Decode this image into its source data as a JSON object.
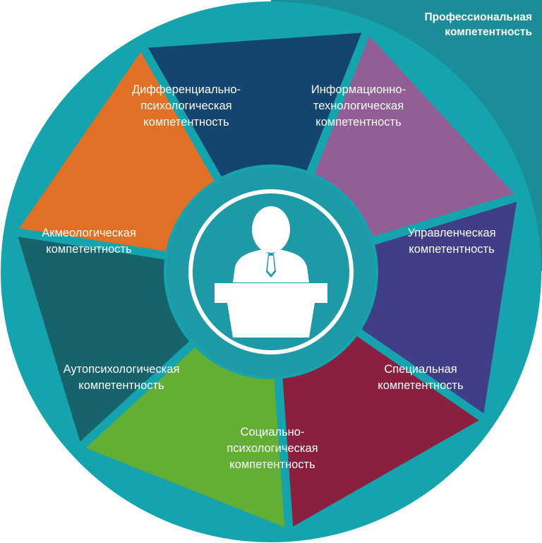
{
  "title": [
    "Профессиональная",
    "компетентность"
  ],
  "center_icon": "speaker-at-podium-icon",
  "colors": {
    "frame": "#1a8d98",
    "ring": "#15a3ad",
    "center_bg": "#1d9aa5",
    "center_ring": "#ffffff"
  },
  "segments": [
    {
      "id": "differential",
      "lines": [
        "Дифференциально-",
        "психологическая",
        "компетентность"
      ],
      "color": "#13456e"
    },
    {
      "id": "information",
      "lines": [
        "Информационно-",
        "технологическая",
        "компетентность"
      ],
      "color": "#915f95"
    },
    {
      "id": "management",
      "lines": [
        "Управленческая",
        "компетентность"
      ],
      "color": "#3f3e87"
    },
    {
      "id": "special",
      "lines": [
        "Специальная",
        "компетентность"
      ],
      "color": "#8a203f"
    },
    {
      "id": "social",
      "lines": [
        "Социально-",
        "психологическая",
        "компетентность"
      ],
      "color": "#63ae35"
    },
    {
      "id": "autopsych",
      "lines": [
        "Аутопсихологическая",
        "компетентность"
      ],
      "color": "#17636c"
    },
    {
      "id": "acmeological",
      "lines": [
        "Акмеологическая",
        "компетентность"
      ],
      "color": "#e07026"
    }
  ]
}
